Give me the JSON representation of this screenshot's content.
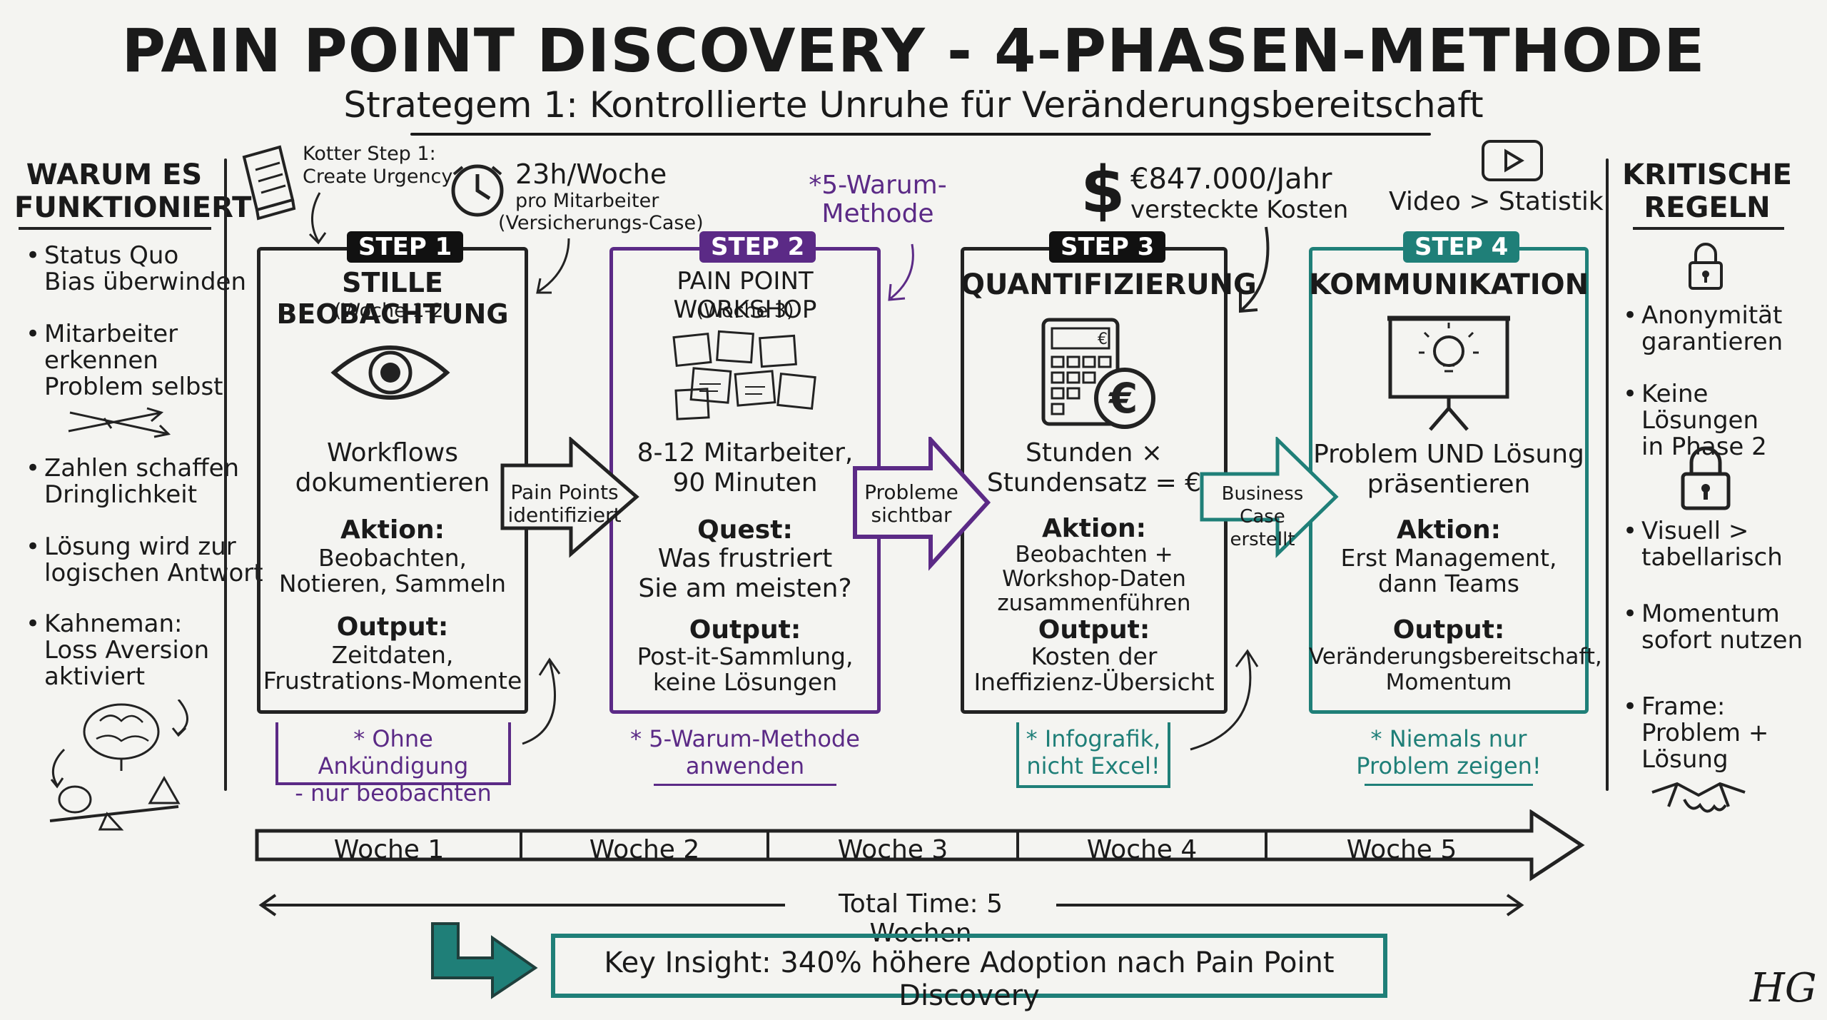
{
  "header": {
    "title": "PAIN POINT DISCOVERY - 4-PHASEN-METHODE",
    "subtitle": "Strategem 1: Kontrollierte Unruhe für Veränderungsbereitschaft"
  },
  "left": {
    "heading_1": "WARUM ES",
    "heading_2": "FUNKTIONIERT",
    "bullets": [
      {
        "l1": "Status Quo",
        "l2": "Bias überwinden",
        "l3": ""
      },
      {
        "l1": "Mitarbeiter",
        "l2": "erkennen",
        "l3": "Problem selbst"
      },
      {
        "l1": "Zahlen schaffen",
        "l2": "Dringlichkeit",
        "l3": ""
      },
      {
        "l1": "Lösung wird zur",
        "l2": "logischen Antwort",
        "l3": ""
      },
      {
        "l1": "Kahneman:",
        "l2": "Loss Aversion",
        "l3": "aktiviert"
      }
    ]
  },
  "right": {
    "heading_1": "KRITISCHE",
    "heading_2": "REGELN",
    "bullets": [
      {
        "l1": "Anonymität",
        "l2": "garantieren"
      },
      {
        "l1": "Keine Lösungen",
        "l2": "in Phase 2"
      },
      {
        "l1": "Visuell >",
        "l2": "tabellarisch"
      },
      {
        "l1": "Momentum",
        "l2": "sofort nutzen"
      },
      {
        "l1": "Frame:",
        "l2": "Problem + Lösung"
      }
    ]
  },
  "callouts": {
    "kotter_1": "Kotter Step 1:",
    "kotter_2": "Create Urgency",
    "time_1": "23h/Woche",
    "time_2": "pro Mitarbeiter",
    "time_3": "(Versicherungs-Case)",
    "warum_1": "*5-Warum-",
    "warum_2": "Methode",
    "cost_1": "€847.000/Jahr",
    "cost_2": "versteckte Kosten",
    "video": "Video > Statistik"
  },
  "steps": [
    {
      "tag": "STEP 1",
      "title": "STILLE BEOBACHTUNG",
      "sub": "(Woche 1-2)",
      "text_1": "Workflows",
      "text_2": "dokumentieren",
      "action_head": "Aktion:",
      "action_1": "Beobachten,",
      "action_2": "Notieren, Sammeln",
      "action_3": "",
      "output_head": "Output:",
      "output_1": "Zeitdaten,",
      "output_2": "Frustrations-Momente",
      "note_1": "* Ohne Ankündigung",
      "note_2": "- nur beobachten",
      "color": "#222222"
    },
    {
      "tag": "STEP 2",
      "title": "PAIN POINT WORKSHOP",
      "sub": "(Woche 3)",
      "text_1": "8-12 Mitarbeiter,",
      "text_2": "90 Minuten",
      "action_head": "Quest:",
      "action_1": "Was frustriert",
      "action_2": "Sie am meisten?",
      "action_3": "",
      "output_head": "Output:",
      "output_1": "Post-it-Sammlung,",
      "output_2": "keine Lösungen",
      "note_1": "* 5-Warum-Methode",
      "note_2": "anwenden",
      "color": "#5b2a86"
    },
    {
      "tag": "STEP 3",
      "title": "QUANTIFIZIERUNG",
      "sub": "",
      "text_1": "Stunden ×",
      "text_2": "Stundensatz = €",
      "action_head": "Aktion:",
      "action_1": "Beobachten +",
      "action_2": "Workshop-Daten",
      "action_3": "zusammenführen",
      "output_head": "Output:",
      "output_1": "Kosten der",
      "output_2": "Ineffizienz-Übersicht",
      "note_1": "* Infografik,",
      "note_2": "nicht Excel!",
      "color": "#222222"
    },
    {
      "tag": "STEP 4",
      "title": "KOMMUNIKATION",
      "sub": "",
      "text_1": "Problem UND Lösung",
      "text_2": "präsentieren",
      "action_head": "Aktion:",
      "action_1": "Erst Management,",
      "action_2": "dann Teams",
      "action_3": "",
      "output_head": "Output:",
      "output_1": "Veränderungsbereitschaft,",
      "output_2": "Momentum",
      "note_1": "* Niemals nur",
      "note_2": "Problem zeigen!",
      "color": "#1f7f78"
    }
  ],
  "arrows": [
    {
      "l1": "Pain Points",
      "l2": "identifiziert"
    },
    {
      "l1": "Probleme",
      "l2": "sichtbar"
    },
    {
      "l1": "Business Case",
      "l2": "erstellt"
    }
  ],
  "timeline": {
    "weeks": [
      "Woche 1",
      "Woche 2",
      "Woche 3",
      "Woche 4",
      "Woche 5"
    ],
    "total": "Total Time: 5 Wochen"
  },
  "insight": "Key Insight: 340% höhere Adoption nach Pain Point Discovery",
  "signature": "HG",
  "colors": {
    "purple": "#5b2a86",
    "teal": "#1f7f78",
    "ink": "#1a1a1a"
  }
}
